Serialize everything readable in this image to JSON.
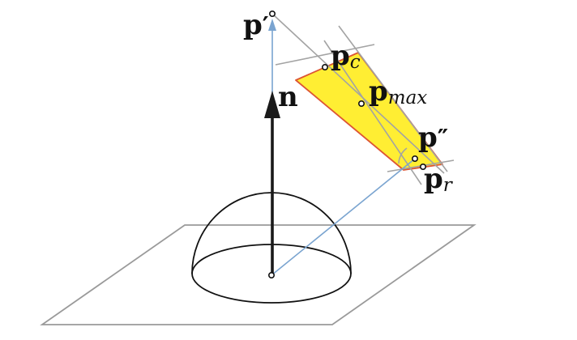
{
  "labels": {
    "p_prime": {
      "base": "p",
      "mark": "′"
    },
    "p_double_prime": {
      "base": "p",
      "mark": "″"
    },
    "p_c": {
      "base": "p",
      "sub": "c"
    },
    "p_max": {
      "base": "p",
      "sub": "max"
    },
    "p_r": {
      "base": "p",
      "sub": "r"
    },
    "n": {
      "base": "n"
    }
  },
  "colors": {
    "region_fill": "#ffee33",
    "region_stroke": "#dd5533",
    "guide_line": "#a3a3a3",
    "ray": "#7aa4d0",
    "normal_arrow": "#1a1a1a",
    "hemisphere": "#111111",
    "plane": "#9a9a9a"
  }
}
